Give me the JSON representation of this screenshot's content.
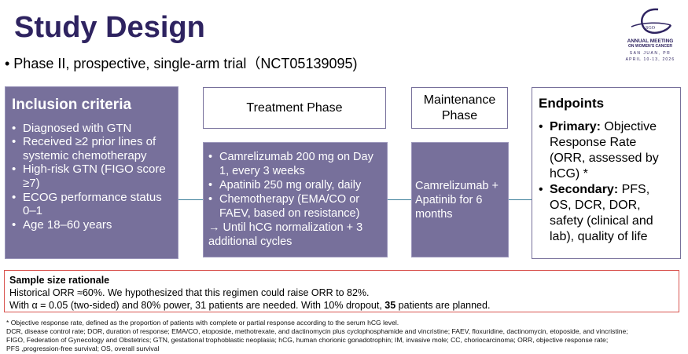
{
  "title": "Study Design",
  "subtitle": "• Phase II, prospective, single-arm trial（NCT05139095)",
  "logo": {
    "text": "SGO",
    "line1": "ANNUAL MEETING",
    "line2": "ON WOMEN'S CANCER",
    "line3": "SAN JUAN, PR",
    "line4": "APRIL 10-13, 2026"
  },
  "inclusion": {
    "heading": "Inclusion criteria",
    "items": [
      "Diagnosed with GTN",
      "Received ≥2 prior lines of systemic chemotherapy",
      "High-risk GTN (FIGO score ≥7)",
      "ECOG performance status 0–1",
      "Age 18–60 years"
    ]
  },
  "treatment": {
    "heading": "Treatment Phase",
    "items": [
      "Camrelizumab 200 mg on Day 1, every 3 weeks",
      "Apatinib 250 mg orally, daily",
      "Chemotherapy (EMA/CO or FAEV, based on resistance)"
    ],
    "note": "→ Until hCG normalization + 3 additional cycles"
  },
  "maintenance": {
    "heading": "Maintenance Phase",
    "body": "Camrelizumab + Apatinib for 6 months"
  },
  "endpoints": {
    "heading": "Endpoints",
    "primary_label": "Primary:",
    "primary": " Objective Response Rate (ORR, assessed by hCG) *",
    "secondary_label": "Secondary:",
    "secondary": " PFS, OS, DCR, DOR, safety (clinical and lab), quality of life"
  },
  "sample": {
    "heading": "Sample size rationale",
    "line1": "Historical ORR ≈60%.  We hypothesized that this regimen could raise ORR to 82%.",
    "line2a": "With α = 0.05 (two-sided) and 80% power, 31 patients are needed.  With 10% dropout, ",
    "line2b": "35",
    "line2c": " patients are planned."
  },
  "footnotes": [
    "* Objective response rate, defined as the proportion of patients with complete or partial response according to the serum hCG level.",
    "DCR, disease control rate; DOR, duration of response; EMA/CO, etoposide, methotrexate, and dactinomycin plus cyclophosphamide and vincristine; FAEV, floxuridine, dactinomycin, etoposide, and vincristine;",
    "FIGO, Federation of Gynecology and Obstetrics;  GTN, gestational trophoblastic neoplasia; hCG, human chorionic gonadotrophin; IM, invasive mole; CC, choriocarcinoma; ORR, objective response rate;",
    "PFS ,progression-free survival;  OS, overall survival"
  ]
}
